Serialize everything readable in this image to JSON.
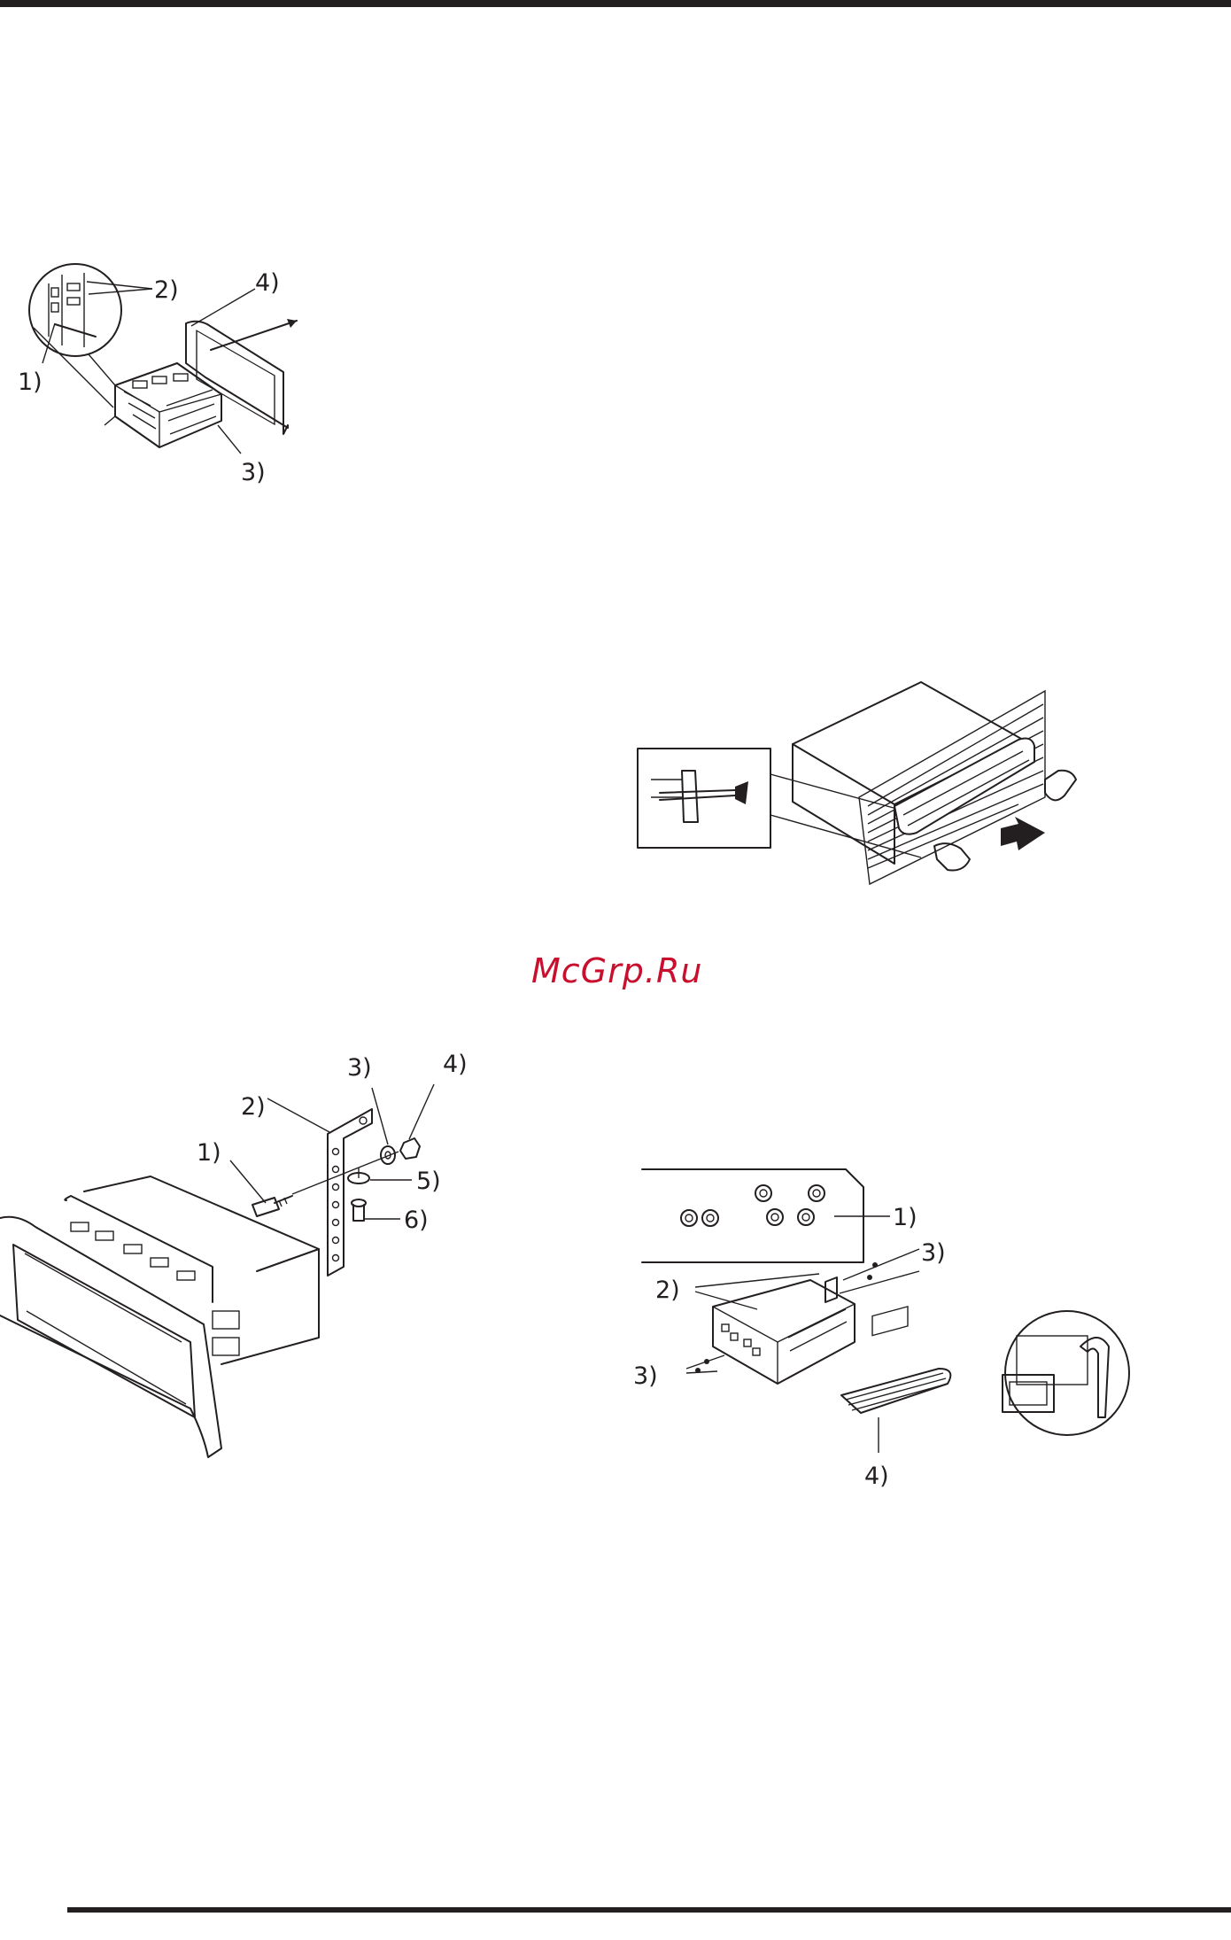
{
  "watermark": {
    "text": "McGrp.Ru",
    "color": "#c8102e"
  },
  "figures": {
    "fig_cage_removal": {
      "labels": [
        "1)",
        "2)",
        "3)",
        "4)"
      ]
    },
    "fig_bracket_mount": {
      "labels": [
        "1)",
        "2)",
        "3)",
        "4)",
        "5)",
        "6)"
      ]
    },
    "fig_frame_removal": {
      "labels": []
    },
    "fig_side_mount": {
      "labels": [
        "1)",
        "2)",
        "3)",
        "3)",
        "4)"
      ]
    }
  },
  "colors": {
    "ink": "#231f20",
    "background": "#ffffff"
  }
}
